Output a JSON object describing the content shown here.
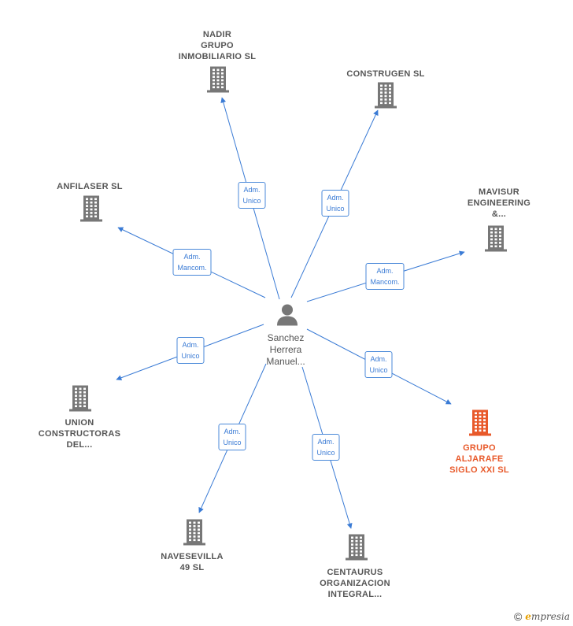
{
  "colors": {
    "edge": "#3a7bd5",
    "building": "#777777",
    "building_highlight": "#e8592a",
    "person": "#777777"
  },
  "center": {
    "icon": "person-icon",
    "label_lines": [
      "Sanchez",
      "Herrera",
      "Manuel..."
    ]
  },
  "nodes": [
    {
      "id": "nadir",
      "label_lines": [
        "NADIR",
        "GRUPO",
        "INMOBILIARIO SL"
      ],
      "icon": "building-icon",
      "highlight": false,
      "edge_label": [
        "Adm.",
        "Unico"
      ]
    },
    {
      "id": "construgen",
      "label_lines": [
        "CONSTRUGEN SL"
      ],
      "icon": "building-icon",
      "highlight": false,
      "edge_label": [
        "Adm.",
        "Unico"
      ]
    },
    {
      "id": "anfilaser",
      "label_lines": [
        "ANFILASER  SL"
      ],
      "icon": "building-icon",
      "highlight": false,
      "edge_label": [
        "Adm.",
        "Mancom."
      ]
    },
    {
      "id": "mavisur",
      "label_lines": [
        "MAVISUR",
        "ENGINEERING",
        "&..."
      ],
      "icon": "building-icon",
      "highlight": false,
      "edge_label": [
        "Adm.",
        "Mancom."
      ]
    },
    {
      "id": "union",
      "label_lines": [
        "UNION",
        "CONSTRUCTORAS",
        "DEL..."
      ],
      "icon": "building-icon",
      "highlight": false,
      "edge_label": [
        "Adm.",
        "Unico"
      ]
    },
    {
      "id": "grupo",
      "label_lines": [
        "GRUPO",
        "ALJARAFE",
        "SIGLO XXI SL"
      ],
      "icon": "building-icon",
      "highlight": true,
      "edge_label": [
        "Adm.",
        "Unico"
      ]
    },
    {
      "id": "navesevilla",
      "label_lines": [
        "NAVESEVILLA",
        "49 SL"
      ],
      "icon": "building-icon",
      "highlight": false,
      "edge_label": [
        "Adm.",
        "Unico"
      ]
    },
    {
      "id": "centaurus",
      "label_lines": [
        "CENTAURUS",
        "ORGANIZACION",
        "INTEGRAL..."
      ],
      "icon": "building-icon",
      "highlight": false,
      "edge_label": [
        "Adm.",
        "Unico"
      ]
    }
  ],
  "footer": {
    "copyright": "©",
    "brand_initial": "e",
    "brand_rest": "mpresia"
  }
}
